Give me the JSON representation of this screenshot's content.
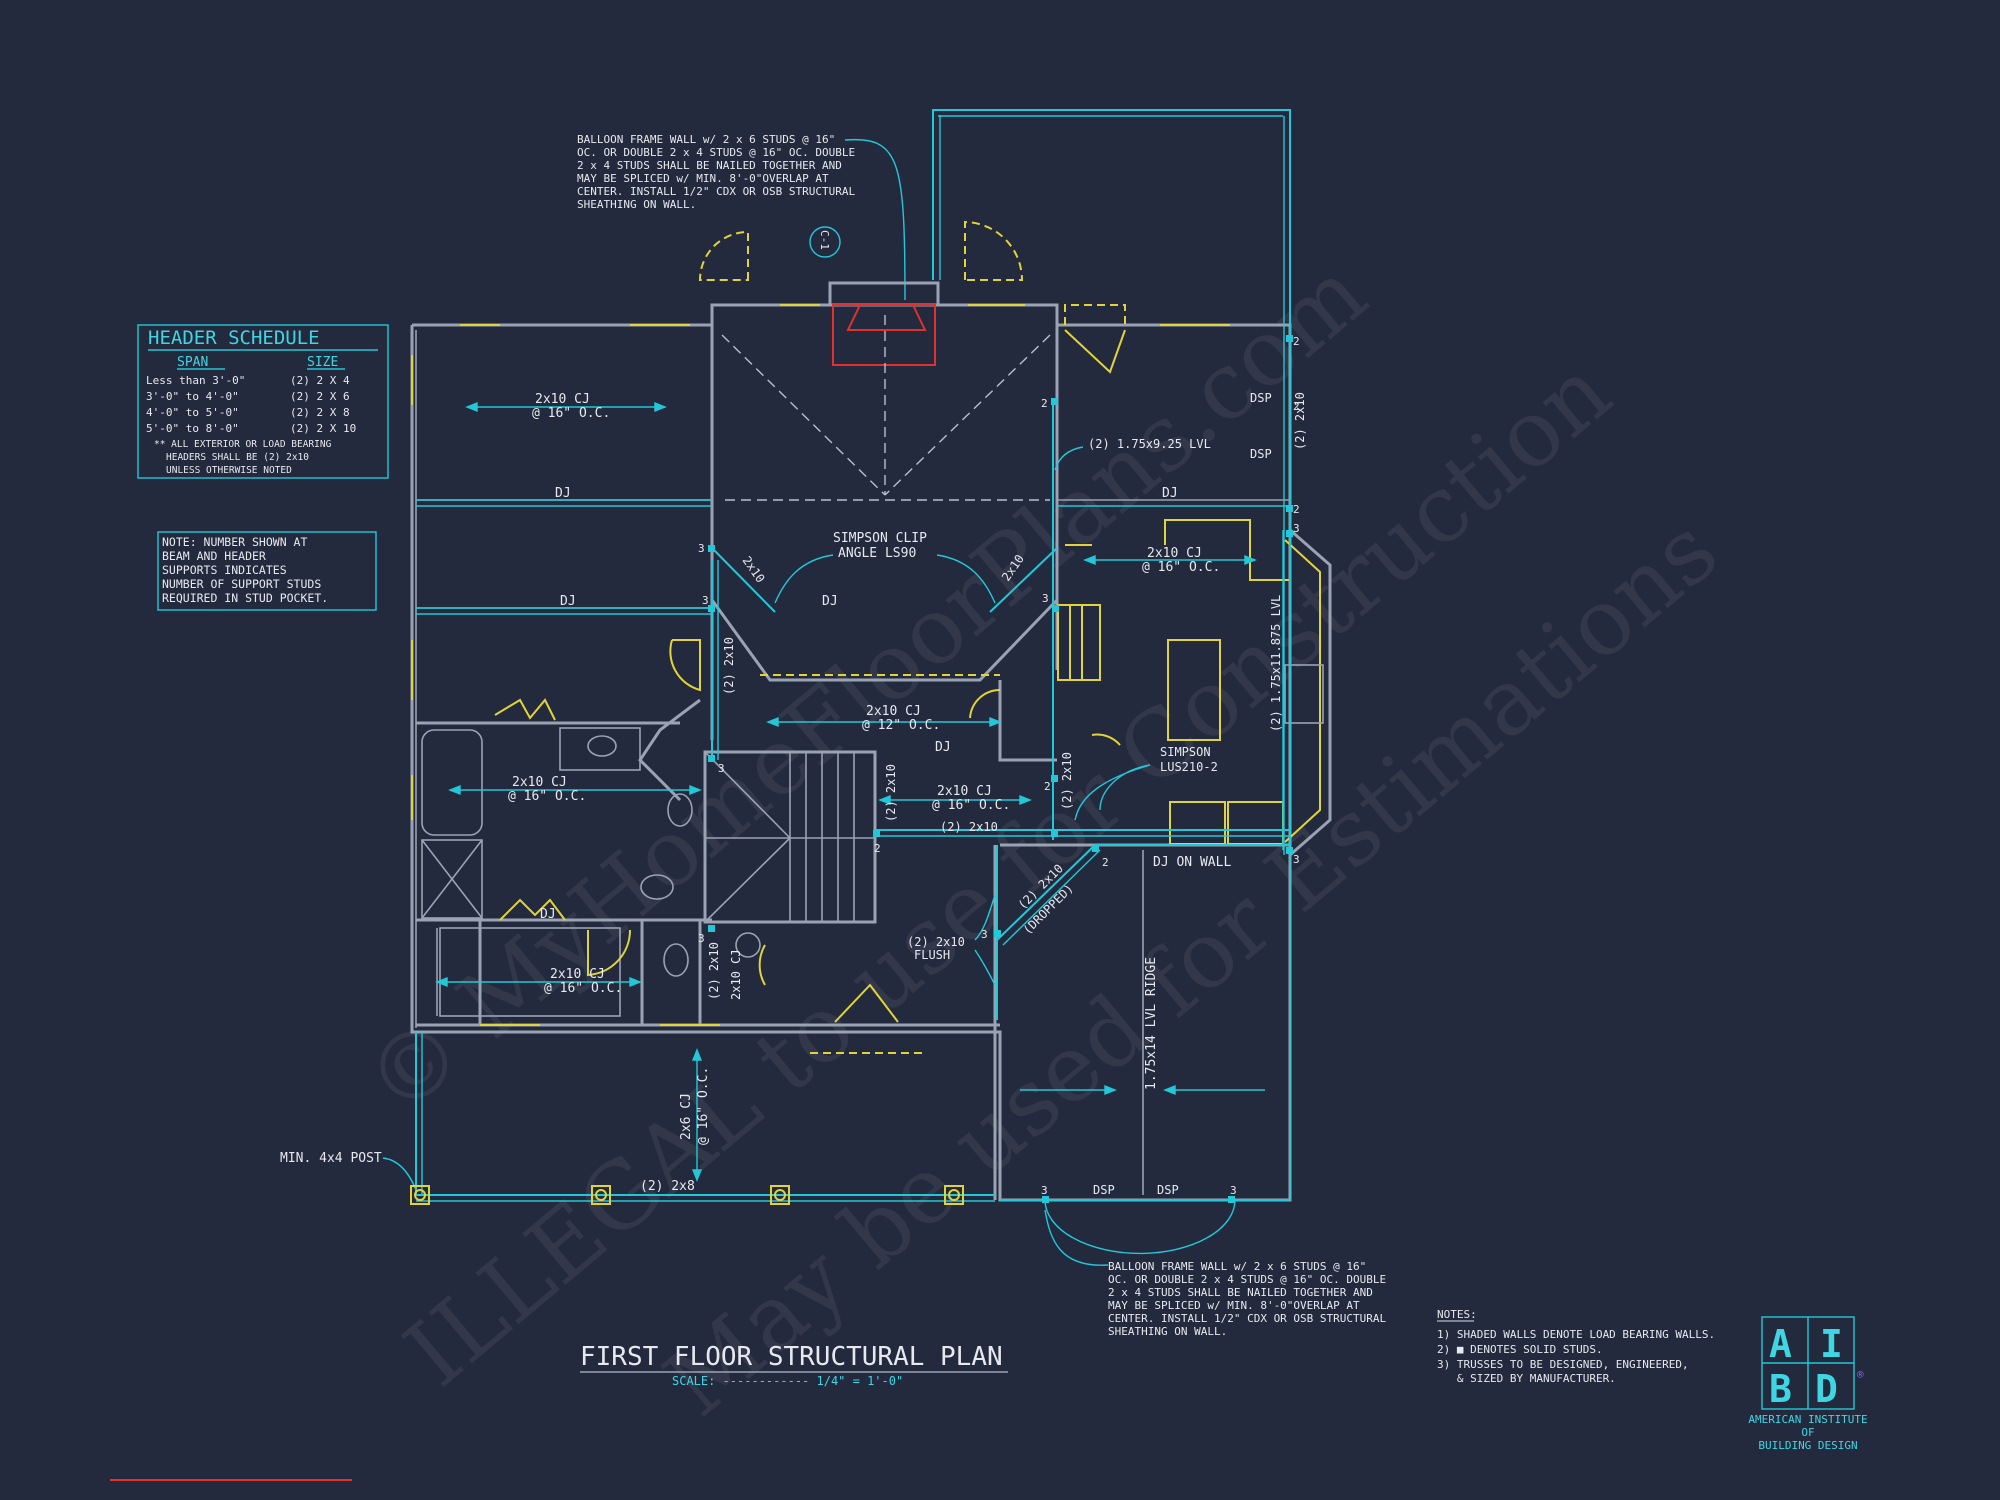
{
  "plan_title": "FIRST FLOOR STRUCTURAL PLAN",
  "scale_label": "SCALE: ------------ 1/4\" = 1'-0\"",
  "header_schedule": {
    "title": "HEADER SCHEDULE",
    "col_span": "SPAN",
    "col_size": "SIZE",
    "rows": [
      {
        "span": "Less than 3'-0\"",
        "size": "(2) 2 X 4"
      },
      {
        "span": "3'-0\" to 4'-0\"",
        "size": "(2) 2 X 6"
      },
      {
        "span": "4'-0\" to 5'-0\"",
        "size": "(2) 2 X 8"
      },
      {
        "span": "5'-0\" to 8'-0\"",
        "size": "(2) 2 X 10"
      }
    ],
    "note_lines": [
      "** ALL EXTERIOR OR LOAD BEARING",
      "HEADERS SHALL BE (2) 2x10",
      "UNLESS OTHERWISE NOTED"
    ]
  },
  "stud_note": {
    "lines": [
      "NOTE: NUMBER SHOWN AT",
      "BEAM AND HEADER",
      "SUPPORTS INDICATES",
      "NUMBER OF SUPPORT STUDS",
      "REQUIRED IN STUD POCKET."
    ]
  },
  "balloon_note_top": {
    "lines": [
      "BALLOON FRAME WALL w/ 2 x 6 STUDS @ 16\"",
      "OC. OR DOUBLE 2 x 4 STUDS @ 16\" OC. DOUBLE",
      "2 x 4 STUDS SHALL BE NAILED TOGETHER AND",
      "MAY BE SPLICED w/ MIN. 8'-0\"OVERLAP AT",
      "CENTER. INSTALL 1/2\" CDX OR OSB STRUCTURAL",
      "SHEATHING ON WALL."
    ]
  },
  "balloon_note_bottom": {
    "lines": [
      "BALLOON FRAME WALL w/ 2 x 6 STUDS @ 16\"",
      "OC. OR DOUBLE 2 x 4 STUDS @ 16\" OC. DOUBLE",
      "2 x 4 STUDS SHALL BE NAILED TOGETHER AND",
      "MAY BE SPLICED w/ MIN. 8'-0\"OVERLAP AT",
      "CENTER. INSTALL 1/2\" CDX OR OSB STRUCTURAL",
      "SHEATHING ON WALL."
    ]
  },
  "notes": {
    "title": "NOTES:",
    "lines": [
      "1) SHADED WALLS DENOTE LOAD BEARING WALLS.",
      "2) ■ DENOTES SOLID STUDS.",
      "3) TRUSSES TO BE DESIGNED, ENGINEERED,",
      "   & SIZED BY MANUFACTURER."
    ]
  },
  "logo": {
    "letters": [
      "A",
      "I",
      "B",
      "D"
    ],
    "registered": "®",
    "lines": [
      "AMERICAN INSTITUTE",
      "OF",
      "BUILDING DESIGN"
    ]
  },
  "labels": {
    "cj_top_left": [
      "2x10 CJ",
      "@ 16\" O.C."
    ],
    "dj_1": "DJ",
    "dj_2": "DJ",
    "dj_3": "DJ",
    "dj_4": "DJ",
    "dj_5": "DJ",
    "dj_6": "DJ",
    "lvl_925": "(2) 1.75x9.25 LVL",
    "simpson_clip": [
      "SIMPSON CLIP",
      "ANGLE LS90"
    ],
    "angle_2x10_left": "2x10",
    "angle_2x10_right": "2x10",
    "cj_kitchen": [
      "2x10 CJ",
      "@ 16\" O.C."
    ],
    "dsp_1": "DSP",
    "dsp_2": "DSP",
    "vert_2x10_right": "(2) 2x10",
    "lvl_11875": "(2) 1.75x11.875 LVL",
    "cj_12": [
      "2x10 CJ",
      "@ 12\" O.C."
    ],
    "vert_2x10_hall": "(2) 2x10",
    "cj_bath": [
      "2x10 CJ",
      "@ 16\" O.C."
    ],
    "cj_stair": [
      "2x10 CJ",
      "@ 16\" O.C."
    ],
    "vert_2x10_stair": "(2) 2x10",
    "horiz_2x10_stair": "(2) 2x10",
    "vert_2x10_center": "(2) 2x10",
    "simpson_lus": [
      "SIMPSON",
      "LUS210-2"
    ],
    "dj_on_wall": "DJ ON WALL",
    "dropped_2x10": "(2) 2x10",
    "dropped": "(DROPPED)",
    "flush": [
      "(2) 2x10",
      "FLUSH"
    ],
    "cj_lower": [
      "2x10 CJ",
      "@ 16\" O.C."
    ],
    "vert_2x10_lower_a": "(2) 2x10",
    "vert_2x10_lower_b": "2x10 CJ",
    "ridge": "1.75x14 LVL RIDGE",
    "porch_cj": [
      "2x6 CJ",
      "@ 16\" O.C."
    ],
    "min_post": "MIN. 4x4 POST",
    "porch_beam": "(2) 2x8",
    "dsp_3": "DSP",
    "dsp_4": "DSP",
    "section_tag": "C-1",
    "stud_counts": [
      "2",
      "2",
      "3",
      "3",
      "2",
      "3",
      "3",
      "3",
      "3",
      "3",
      "2",
      "2",
      "2",
      "2",
      "3",
      "3",
      "3"
    ]
  },
  "watermark_lines": [
    "© MyHomeFloorPlans.com",
    "ILLEGAL to use for Construction",
    "May be used for Estimations"
  ],
  "colors": {
    "background": "#242a3d",
    "cyan": "#22c8d8",
    "yellow": "#e0d43a",
    "wall": "#9aa3b3",
    "red": "#e03030"
  }
}
